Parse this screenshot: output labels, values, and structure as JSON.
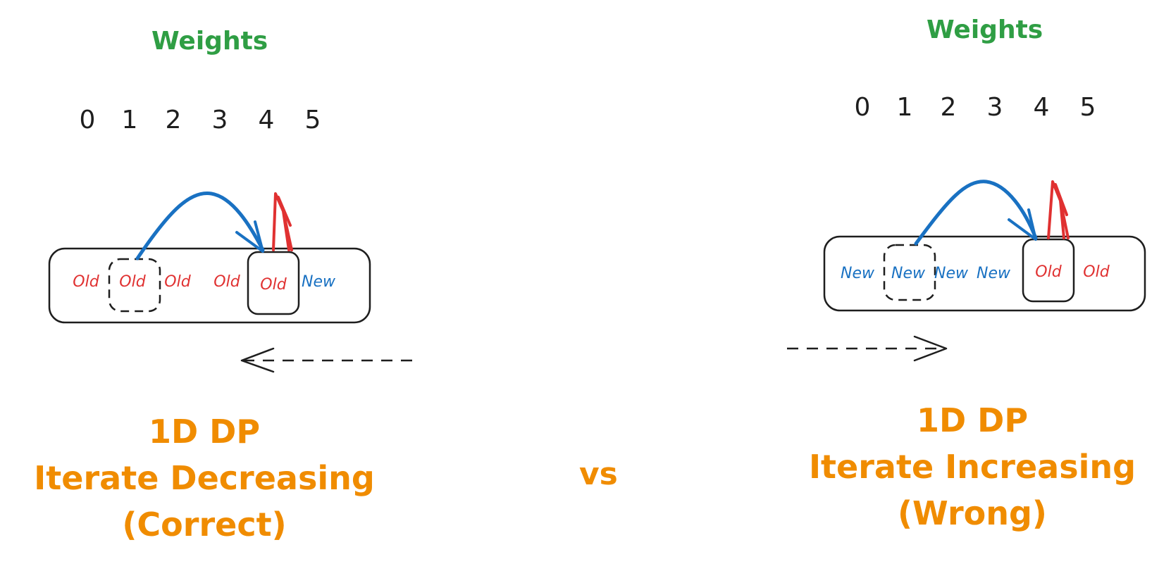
{
  "left": {
    "weights_label": "Weights",
    "indices": [
      "0",
      "1",
      "2",
      "3",
      "4",
      "5"
    ],
    "cells": [
      {
        "text": "Old",
        "state": "old"
      },
      {
        "text": "Old",
        "state": "old"
      },
      {
        "text": "Old",
        "state": "old"
      },
      {
        "text": "Old",
        "state": "old"
      },
      {
        "text": "Old",
        "state": "old"
      },
      {
        "text": "New",
        "state": "new"
      }
    ],
    "caption_line1": "1D DP",
    "caption_line2": "Iterate Decreasing",
    "caption_line3": "(Correct)"
  },
  "right": {
    "weights_label": "Weights",
    "indices": [
      "0",
      "1",
      "2",
      "3",
      "4",
      "5"
    ],
    "cells": [
      {
        "text": "New",
        "state": "new"
      },
      {
        "text": "New",
        "state": "new"
      },
      {
        "text": "New",
        "state": "new"
      },
      {
        "text": "New",
        "state": "new"
      },
      {
        "text": "Old",
        "state": "old"
      },
      {
        "text": "Old",
        "state": "old"
      }
    ],
    "caption_line1": "1D DP",
    "caption_line2": "Iterate Increasing",
    "caption_line3": "(Wrong)"
  },
  "vs_label": "vs",
  "colors": {
    "old": "#e03131",
    "new": "#1971c2",
    "weights": "#2f9e44",
    "caption": "#f08c00",
    "stroke": "#1e1e1e"
  }
}
